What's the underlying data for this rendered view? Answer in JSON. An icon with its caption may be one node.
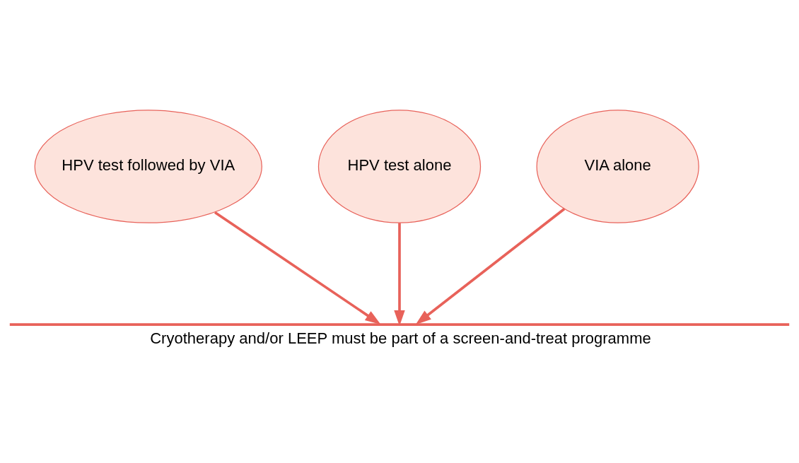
{
  "diagram": {
    "nodes": [
      {
        "text": [
          "HPV test followed by VIA"
        ]
      },
      {
        "text": [
          "HPV test alone"
        ]
      },
      {
        "text": [
          "VIA alone"
        ]
      },
      {
        "text": [
          "Cryotherapy and/or LEEP must be part of a screen-and-treat programme"
        ]
      }
    ],
    "edges": [
      {
        "from": 0,
        "to": 3,
        "arrow": "to"
      },
      {
        "from": 1,
        "to": 3,
        "arrow": "to"
      },
      {
        "from": 2,
        "to": 3,
        "arrow": "to"
      }
    ]
  }
}
